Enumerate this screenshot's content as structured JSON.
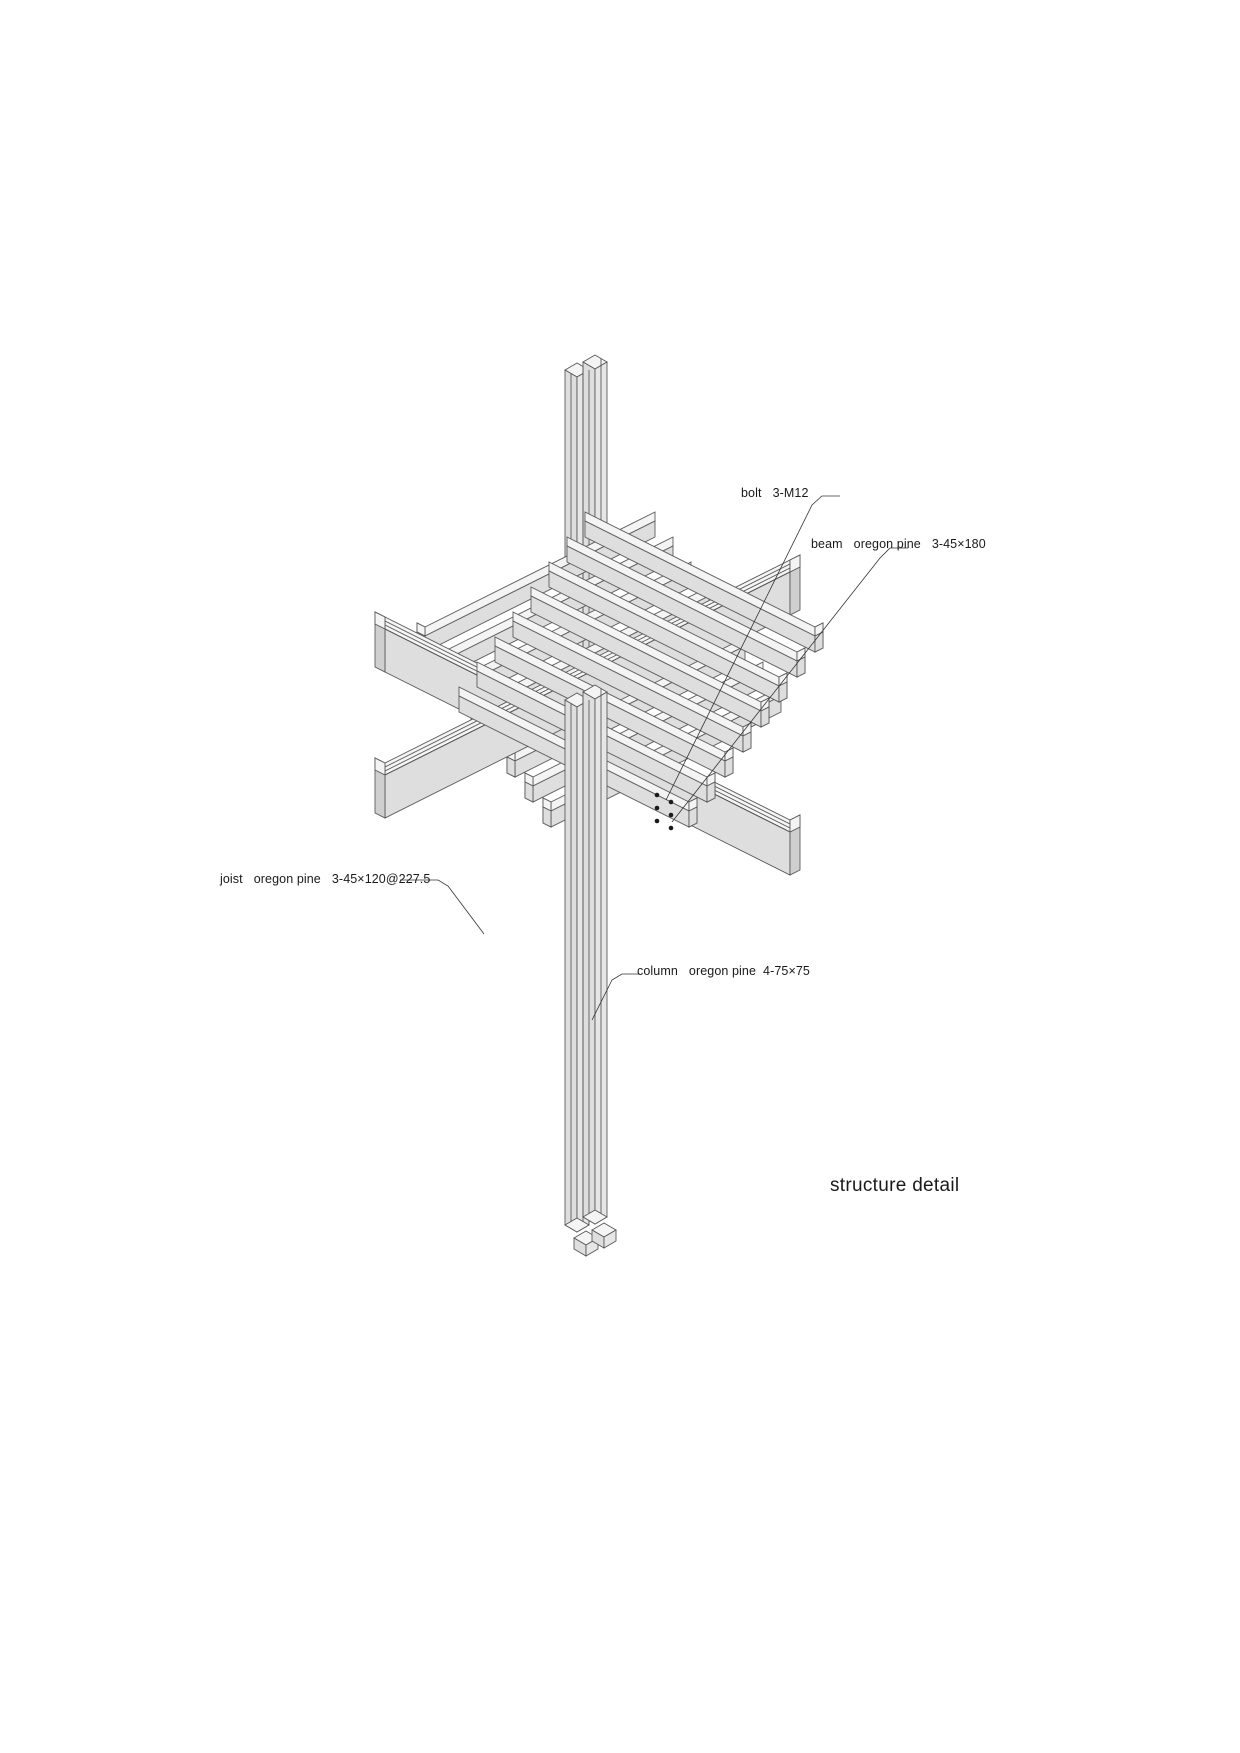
{
  "drawing": {
    "title": "structure detail",
    "type": "isometric structural joint detail",
    "background_color": "#ffffff",
    "line_color": "#4a4a4a",
    "wood_face_light": "#f2f2f2",
    "wood_face_mid": "#e4e4e4",
    "wood_face_dark": "#d2d2d2",
    "text_color": "#1a1a1a"
  },
  "labels": {
    "bolt": {
      "name": "bolt",
      "spec": "3-M12",
      "full": "bolt   3-M12"
    },
    "beam": {
      "name": "beam",
      "material": "oregon pine",
      "spec": "3-45×180",
      "full": "beam   oregon pine    3-45×180"
    },
    "joist": {
      "name": "joist",
      "material": "oregon pine",
      "spec": "3-45×120@227.5",
      "full": "joist   oregon pine    3-45×120@227.5"
    },
    "column": {
      "name": "column",
      "material": "oregon pine",
      "spec": "4-75×75",
      "full": "column   oregon pine   4-75×75"
    }
  },
  "components": {
    "column": {
      "count": 4,
      "section": "75×75",
      "material": "oregon pine"
    },
    "beam": {
      "count": 3,
      "section": "45×180",
      "material": "oregon pine"
    },
    "joist": {
      "count": 3,
      "section": "45×120",
      "spacing": "227.5",
      "material": "oregon pine"
    },
    "bolt": {
      "count": 3,
      "size": "M12"
    }
  }
}
